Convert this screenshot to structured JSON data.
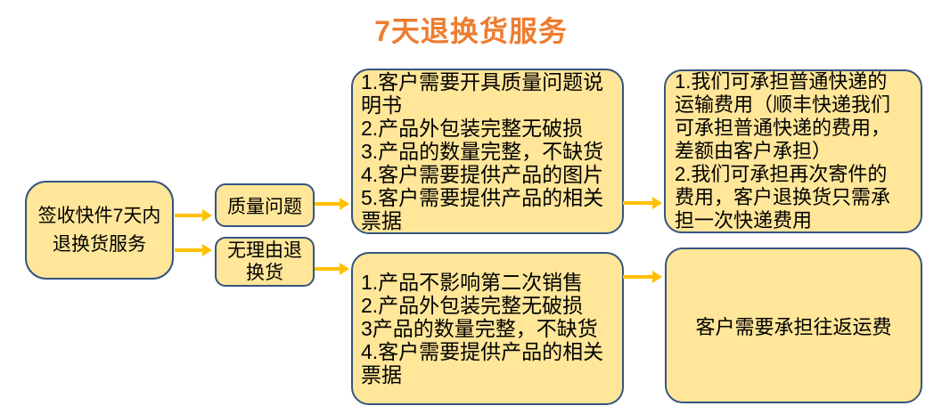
{
  "title": "7天退换货服务",
  "colors": {
    "title_orange": "#ED7D31",
    "box_fill": "#FFE699",
    "box_border": "#35547F",
    "arrow_gold": "#FFC000",
    "text": "#000000",
    "background": "#FFFFFF"
  },
  "flowchart": {
    "start": {
      "lines": [
        "签收快件7天内",
        "退换货服务"
      ]
    },
    "branch_quality": {
      "label": "质量问题"
    },
    "branch_no_reason": {
      "lines": [
        "无理由退",
        "换货"
      ]
    },
    "quality_conditions": {
      "lines": [
        "1.客户需要开具质量问题说",
        "明书",
        "2.产品外包装完整无破损",
        "3.产品的数量完整，不缺货",
        "4.客户需要提供产品的图片",
        "5.客户需要提供产品的相关",
        "票据"
      ]
    },
    "no_reason_conditions": {
      "lines": [
        "1.产品不影响第二次销售",
        "2.产品外包装完整无破损",
        "3产品的数量完整，不缺货",
        "4.客户需要提供产品的相关",
        "票据"
      ]
    },
    "quality_outcome": {
      "lines": [
        "1.我们可承担普通快递的",
        "运输费用（顺丰快递我们",
        "可承担普通快递的费用，",
        "差额由客户承担）",
        "2.我们可承担再次寄件的",
        "费用，客户退换货只需承",
        "担一次快递费用"
      ]
    },
    "no_reason_outcome": {
      "label": "客户需要承担往返运费"
    }
  }
}
